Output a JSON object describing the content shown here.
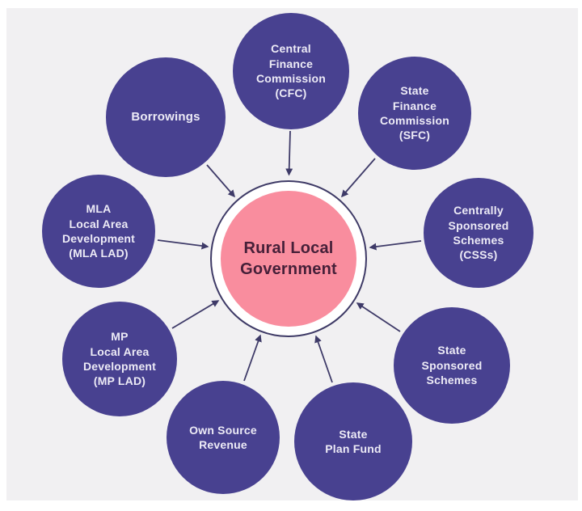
{
  "diagram": {
    "center": {
      "label": "Rural Local\nGovernment"
    },
    "nodes": [
      {
        "id": "cfc",
        "label": "Central\nFinance\nCommission\n(CFC)"
      },
      {
        "id": "sfc",
        "label": "State\nFinance\nCommission\n(SFC)"
      },
      {
        "id": "csss",
        "label": "Centrally\nSponsored\nSchemes\n(CSSs)"
      },
      {
        "id": "state-sponsored",
        "label": "State\nSponsored\nSchemes"
      },
      {
        "id": "state-plan",
        "label": "State\nPlan Fund"
      },
      {
        "id": "own-source",
        "label": "Own Source\nRevenue"
      },
      {
        "id": "mp-lad",
        "label": "MP\nLocal Area\nDevelopment\n(MP LAD)"
      },
      {
        "id": "mla-lad",
        "label": "MLA\nLocal Area\nDevelopment\n(MLA LAD)"
      },
      {
        "id": "borrowings",
        "label": "Borrowings"
      }
    ],
    "colors": {
      "node_fill": "#484190",
      "node_text": "#EDEBF6",
      "center_fill": "#F98D9E",
      "center_ring": "#FFFFFF",
      "center_stroke": "#3E3A66",
      "center_text": "#462039",
      "arrow": "#3E3A68",
      "background": "#F1F0F2",
      "frame": "#FFFFFF"
    }
  }
}
